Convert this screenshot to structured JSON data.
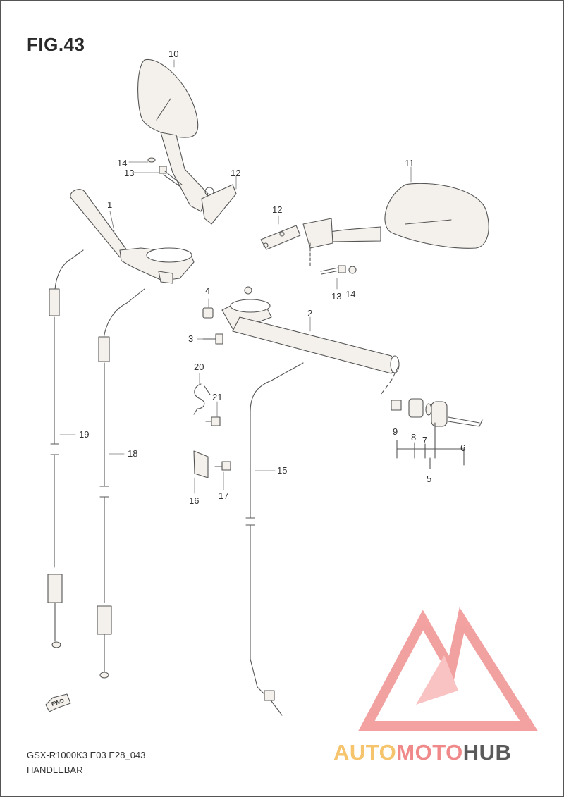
{
  "figure": {
    "title": "FIG.43"
  },
  "footer": {
    "model_code": "GSX-R1000K3 E03 E28_043",
    "section": "HANDLEBAR"
  },
  "fwd_label": "FWD",
  "callouts": [
    "1",
    "2",
    "3",
    "4",
    "5",
    "6",
    "7",
    "8",
    "9",
    "10",
    "11",
    "12",
    "12",
    "13",
    "13",
    "14",
    "14",
    "15",
    "16",
    "17",
    "18",
    "19",
    "20",
    "21"
  ],
  "watermark": {
    "part1": "AUTO",
    "part2": "MOTO",
    "part3": "HUB",
    "colors": {
      "yellow": "#f5c46c",
      "red": "#f08a8a",
      "gray": "#5a5a5a"
    }
  }
}
